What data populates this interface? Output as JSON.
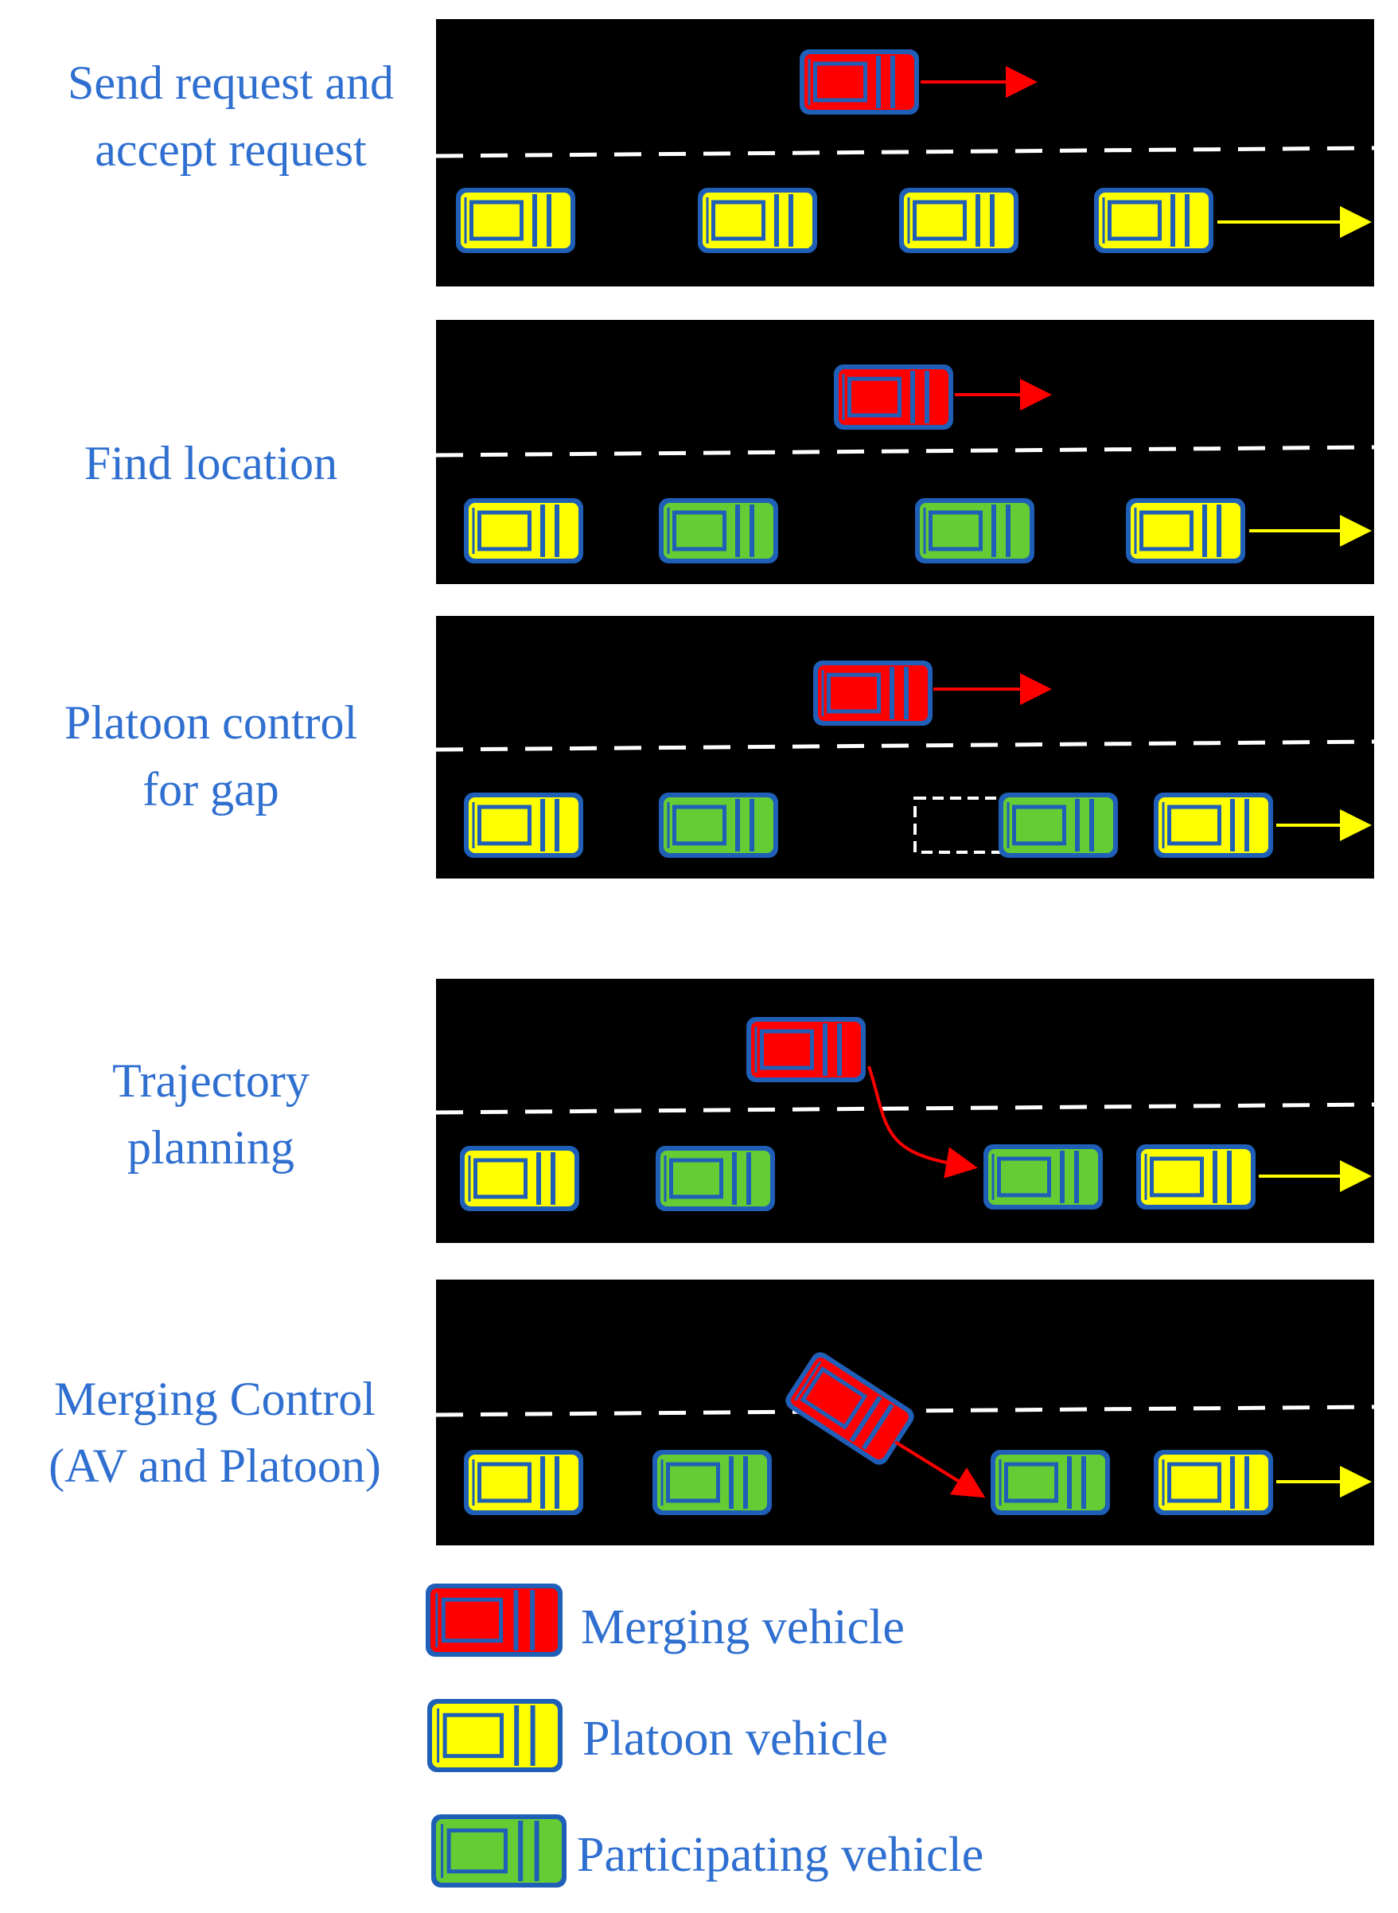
{
  "colors": {
    "road": "#000000",
    "lane_marking": "#ffffff",
    "label_text": "#2f6fd0",
    "car_border": "#1f5fb8",
    "merging": "#ff0000",
    "platoon": "#ffff00",
    "participating": "#66cc33",
    "merging_arrow": "#ff0000",
    "platoon_arrow": "#ffff00"
  },
  "stages": [
    {
      "line1": "Send request and",
      "line2": "accept request"
    },
    {
      "line1": "Find location",
      "line2": ""
    },
    {
      "line1": "Platoon control",
      "line2": "for gap"
    },
    {
      "line1": "Trajectory",
      "line2": "planning"
    },
    {
      "line1": "Merging Control",
      "line2": "(AV and Platoon)"
    }
  ],
  "legend": {
    "merging": "Merging vehicle",
    "platoon": "Platoon vehicle",
    "participating": "Participating vehicle"
  }
}
